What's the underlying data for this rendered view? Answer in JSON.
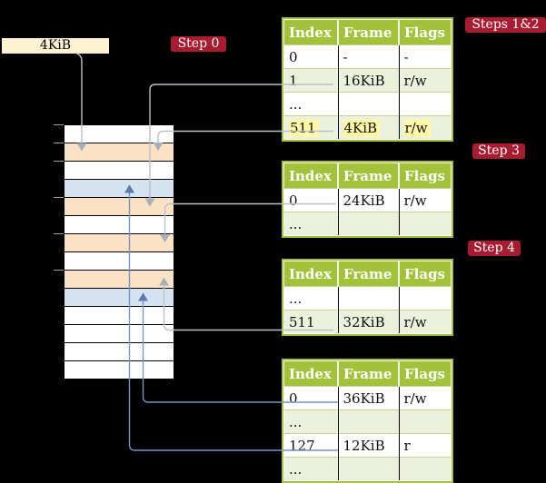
{
  "title": "Recursive page table walk diagram",
  "frame_box": {
    "label": "4KiB"
  },
  "badges": {
    "step0": "Step 0",
    "steps12": "Steps 1&2",
    "step3": "Step 3",
    "step4": "Step 4"
  },
  "colors": {
    "background": "#000000",
    "badge": "#a81c31",
    "badge_text": "#ffffff",
    "frame_box_bg": "#fdf2d1",
    "table_green": "#a3c13a",
    "row_alt": "#ecf1dc",
    "row_white": "#ffffff",
    "highlight": "#fff8a5",
    "cell_peach": "#fbe2c5",
    "cell_blue": "#d5e2f2",
    "line_gray": "#bcc0c7",
    "line_blue": "#7a94c4",
    "head_gray": "#a9aeb9",
    "head_blue": "#5b79af",
    "tick": "#9aa0a8"
  },
  "memory": {
    "cells": [
      "white",
      "peach",
      "white",
      "blue",
      "peach",
      "white",
      "peach",
      "white",
      "peach",
      "blue",
      "white",
      "white",
      "white",
      "white"
    ],
    "tick_rows": [
      0,
      1,
      2,
      4,
      6,
      8
    ]
  },
  "tables": [
    {
      "headers": [
        "Index",
        "Frame",
        "Flags"
      ],
      "rows": [
        [
          "0",
          "-",
          "-"
        ],
        [
          "1",
          "16KiB",
          "r/w"
        ],
        [
          "...",
          "",
          ""
        ],
        [
          "511",
          "4KiB",
          "r/w"
        ]
      ],
      "highlight_row": 3
    },
    {
      "headers": [
        "Index",
        "Frame",
        "Flags"
      ],
      "rows": [
        [
          "0",
          "24KiB",
          "r/w"
        ],
        [
          "...",
          "",
          ""
        ]
      ]
    },
    {
      "headers": [
        "Index",
        "Frame",
        "Flags"
      ],
      "rows": [
        [
          "...",
          "",
          ""
        ],
        [
          "511",
          "32KiB",
          "r/w"
        ]
      ]
    },
    {
      "headers": [
        "Index",
        "Frame",
        "Flags"
      ],
      "rows": [
        [
          "0",
          "36KiB",
          "r/w"
        ],
        [
          "...",
          "",
          ""
        ],
        [
          "127",
          "12KiB",
          "r"
        ],
        [
          "...",
          "",
          ""
        ]
      ]
    }
  ],
  "connections": [
    {
      "from": "4KiB box",
      "to": "frame 4KiB",
      "color": "gray"
    },
    {
      "from": "table1 index 1 (16KiB)",
      "to": "frame 16KiB",
      "color": "gray"
    },
    {
      "from": "table1 index 511 (4KiB)",
      "to": "frame 4KiB",
      "color": "gray"
    },
    {
      "from": "table2 index 0 (24KiB)",
      "to": "frame 24KiB",
      "color": "gray"
    },
    {
      "from": "table3 index 511 (32KiB)",
      "to": "frame 32KiB",
      "color": "gray"
    },
    {
      "from": "table4 index 0 (36KiB)",
      "to": "frame 36KiB",
      "color": "blue"
    },
    {
      "from": "table4 index 127 (12KiB)",
      "to": "frame 12KiB",
      "color": "blue"
    }
  ]
}
